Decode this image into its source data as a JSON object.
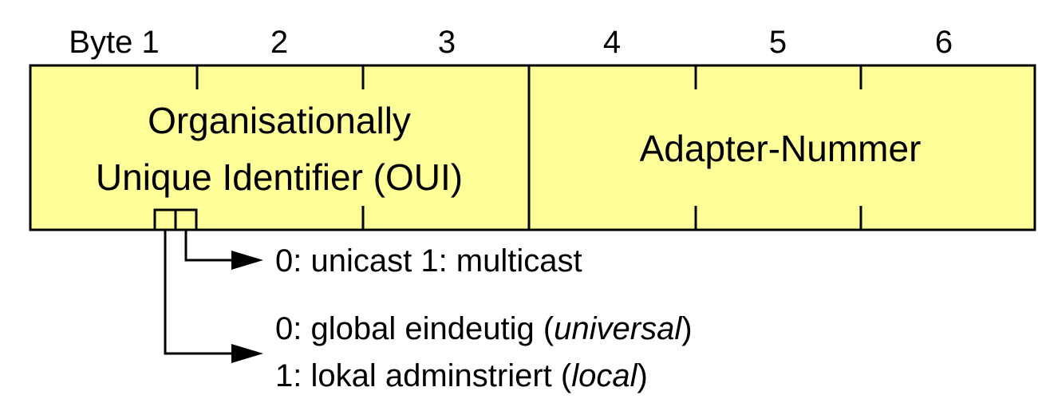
{
  "bytes": {
    "b1": "Byte 1",
    "b2": "2",
    "b3": "3",
    "b4": "4",
    "b5": "5",
    "b6": "6"
  },
  "fields": {
    "oui_line1": "Organisationally",
    "oui_line2": "Unique Identifier (OUI)",
    "adapter": "Adapter-Nummer"
  },
  "notes": {
    "cast": "0: unicast 1: multicast",
    "global_prefix": "0: global eindeutig (",
    "global_italic": "universal",
    "global_suffix": ")",
    "local_prefix": "1: lokal adminstriert (",
    "local_italic": "local",
    "local_suffix": ")"
  },
  "colors": {
    "fill": "#FFFF99",
    "stroke": "#000000"
  }
}
